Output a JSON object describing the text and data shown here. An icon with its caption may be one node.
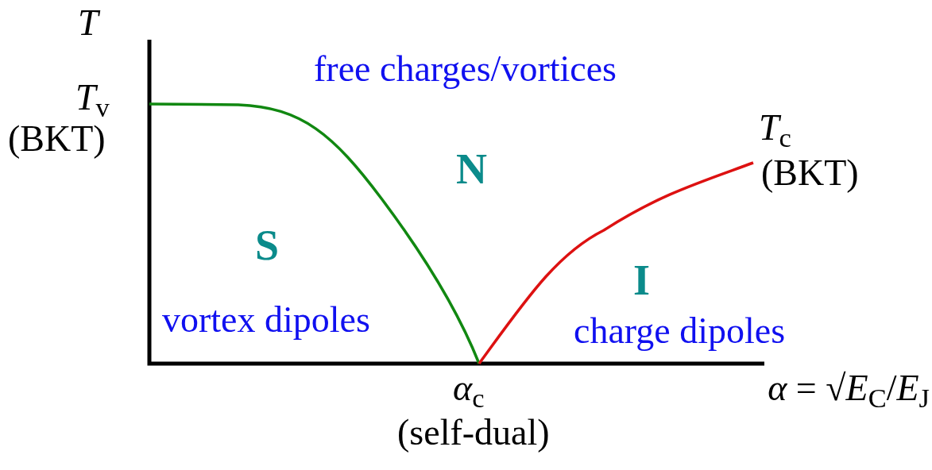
{
  "diagram": {
    "labels": [
      "*T*",
      "*T*$_{v}$",
      "(BKT)",
      "free charges/vortices",
      "N",
      "S",
      "I",
      "*T*$_{c}$",
      "(BKT)",
      "vortex dipoles",
      "charge dipoles",
      "*α*$_{c}$",
      "(self-dual)",
      "*α* = √*E*$_{C}$/*E*$_{J}$"
    ]
  }
}
